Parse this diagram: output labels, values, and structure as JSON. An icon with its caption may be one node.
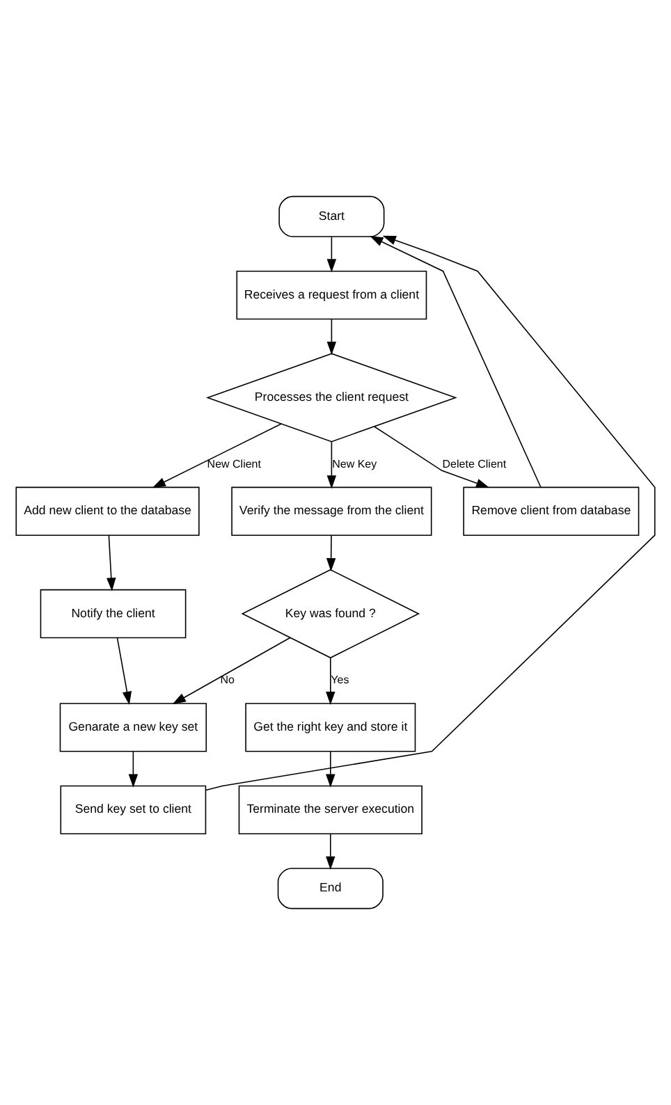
{
  "diagram": {
    "nodes": [
      {
        "text": [
          "Start"
        ]
      },
      {
        "text": [
          "Receives a request from a client"
        ]
      },
      {
        "text": [
          "Processes the client request"
        ]
      },
      {
        "text": [
          "Add new client to the database"
        ]
      },
      {
        "text": [
          "Verify the message from the client"
        ]
      },
      {
        "text": [
          "Remove client from database"
        ]
      },
      {
        "text": [
          "Notify the client"
        ]
      },
      {
        "text": [
          "Key was found ?"
        ]
      },
      {
        "text": [
          "Genarate a new key set"
        ]
      },
      {
        "text": [
          "Get the right key and store it"
        ]
      },
      {
        "text": [
          "Send key set to client"
        ]
      },
      {
        "text": [
          "Terminate the server execution"
        ]
      },
      {
        "text": [
          "End"
        ]
      }
    ],
    "edges": [
      {
        "from": 0,
        "to": 1,
        "arrow": "to"
      },
      {
        "from": 1,
        "to": 2,
        "arrow": "to"
      },
      {
        "from": 2,
        "to": 3,
        "arrow": "to",
        "label": "New Client"
      },
      {
        "from": 2,
        "to": 4,
        "arrow": "to",
        "label": "New Key"
      },
      {
        "from": 2,
        "to": 5,
        "arrow": "to",
        "label": "Delete Client"
      },
      {
        "from": 3,
        "to": 6,
        "arrow": "to"
      },
      {
        "from": 6,
        "to": 8,
        "arrow": "to"
      },
      {
        "from": 4,
        "to": 7,
        "arrow": "to"
      },
      {
        "from": 7,
        "to": 8,
        "arrow": "to",
        "label": "No"
      },
      {
        "from": 7,
        "to": 9,
        "arrow": "to",
        "label": "Yes"
      },
      {
        "from": 8,
        "to": 10,
        "arrow": "to"
      },
      {
        "from": 10,
        "to": 0,
        "arrow": "to"
      },
      {
        "from": 5,
        "to": 0,
        "arrow": "to"
      },
      {
        "from": 9,
        "to": 11,
        "arrow": "to"
      },
      {
        "from": 11,
        "to": 12,
        "arrow": "to"
      }
    ]
  }
}
